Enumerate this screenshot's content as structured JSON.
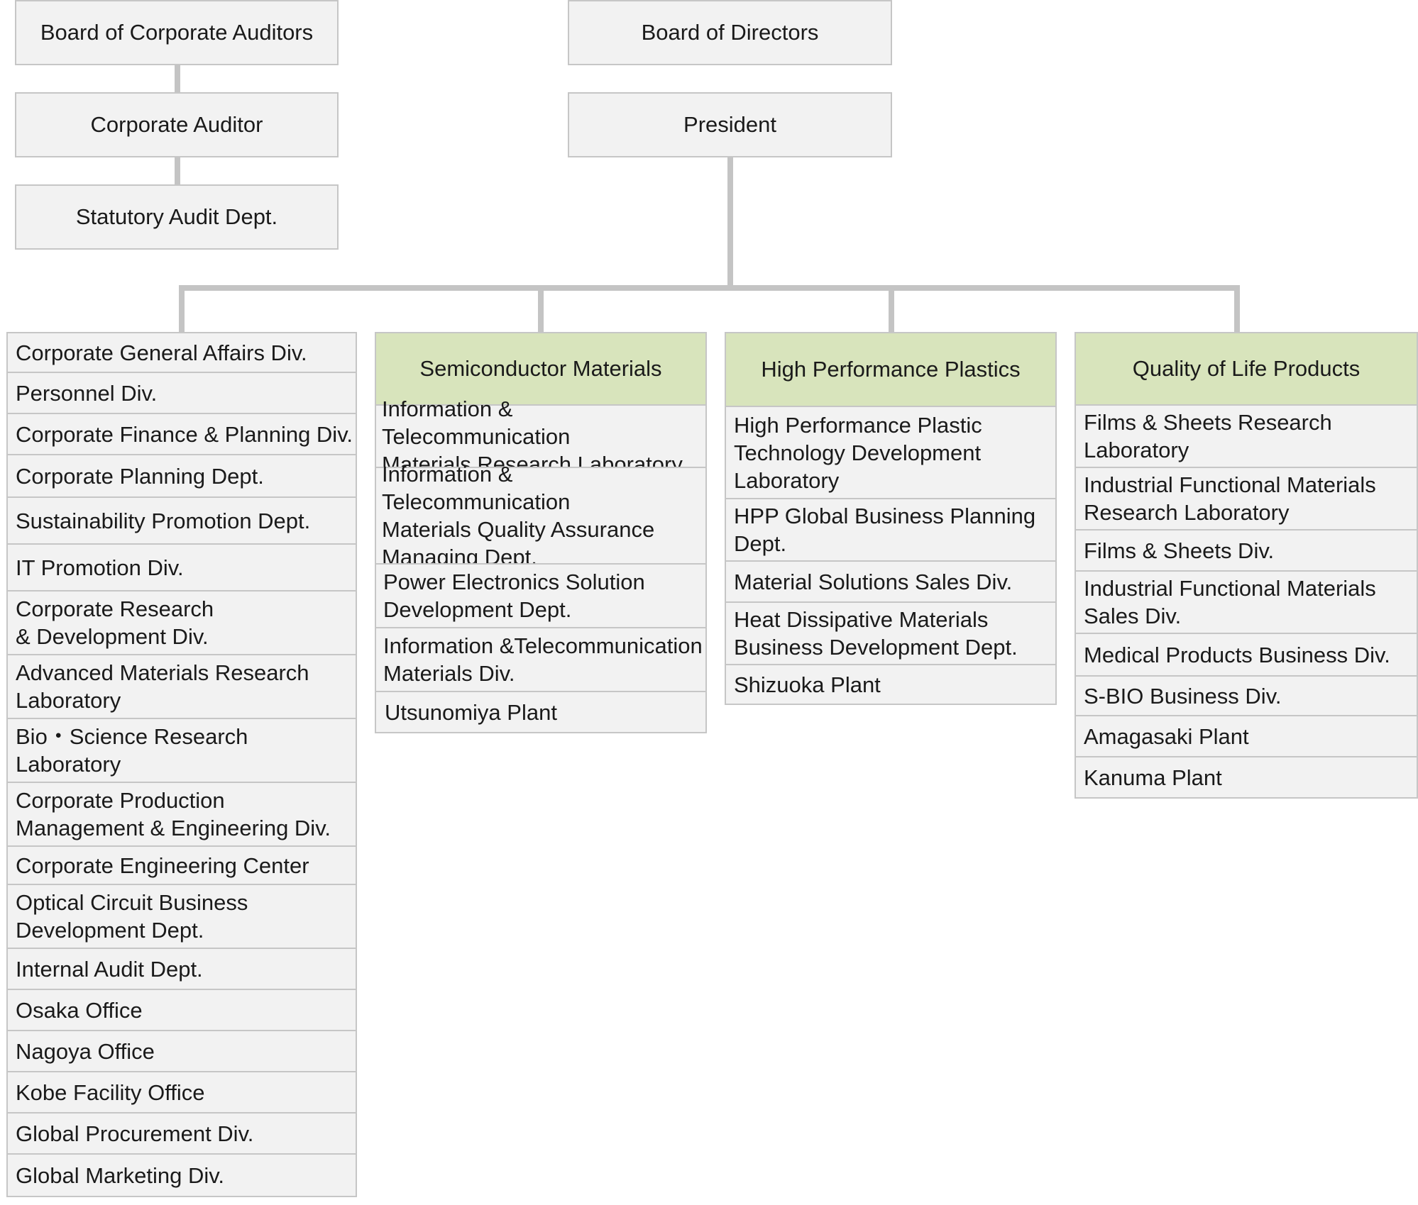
{
  "colors": {
    "box_fill": "#f2f2f2",
    "box_border": "#c6c6c6",
    "header_fill": "#d8e4bc",
    "connector": "#c4c4c4"
  },
  "top": {
    "board_of_corporate_auditors": "Board of Corporate Auditors",
    "corporate_auditor": "Corporate Auditor",
    "statutory_audit_dept": "Statutory Audit Dept.",
    "board_of_directors": "Board of Directors",
    "president": "President"
  },
  "corporate_column": {
    "items": [
      "Corporate General Affairs Div.",
      "Personnel Div.",
      "Corporate Finance & Planning Div.",
      "Corporate Planning Dept.",
      "Sustainability Promotion Dept.",
      "IT Promotion Div.",
      "Corporate Research\n& Development Div.",
      "Advanced Materials Research\nLaboratory",
      "Bio・Science Research\nLaboratory",
      "Corporate Production\nManagement & Engineering Div.",
      "Corporate Engineering  Center",
      "Optical Circuit Business\nDevelopment Dept.",
      "Internal Audit Dept.",
      "Osaka Office",
      "Nagoya Office",
      "Kobe Facility Office",
      "Global Procurement Div.",
      "Global Marketing Div."
    ]
  },
  "semiconductor": {
    "header": "Semiconductor Materials",
    "items": [
      "Information & Telecommunication\nMaterials Research Laboratory",
      "Information & Telecommunication\nMaterials Quality Assurance\nManaging Dept.",
      "Power Electronics Solution\nDevelopment Dept.",
      "Information &Telecommunication\nMaterials Div.",
      "Utsunomiya Plant"
    ]
  },
  "plastics": {
    "header": "High Performance Plastics",
    "items": [
      "High Performance Plastic\nTechnology Development\nLaboratory",
      "HPP Global Business Planning\nDept.",
      "Material Solutions Sales Div.",
      "Heat Dissipative Materials\nBusiness Development Dept.",
      "Shizuoka Plant"
    ]
  },
  "qol": {
    "header": "Quality of Life Products",
    "items": [
      "Films & Sheets Research\nLaboratory",
      "Industrial Functional Materials\nResearch Laboratory",
      "Films & Sheets Div.",
      "Industrial Functional Materials\nSales Div.",
      "Medical Products Business Div.",
      "S-BIO Business Div.",
      "Amagasaki Plant",
      "Kanuma Plant"
    ]
  }
}
